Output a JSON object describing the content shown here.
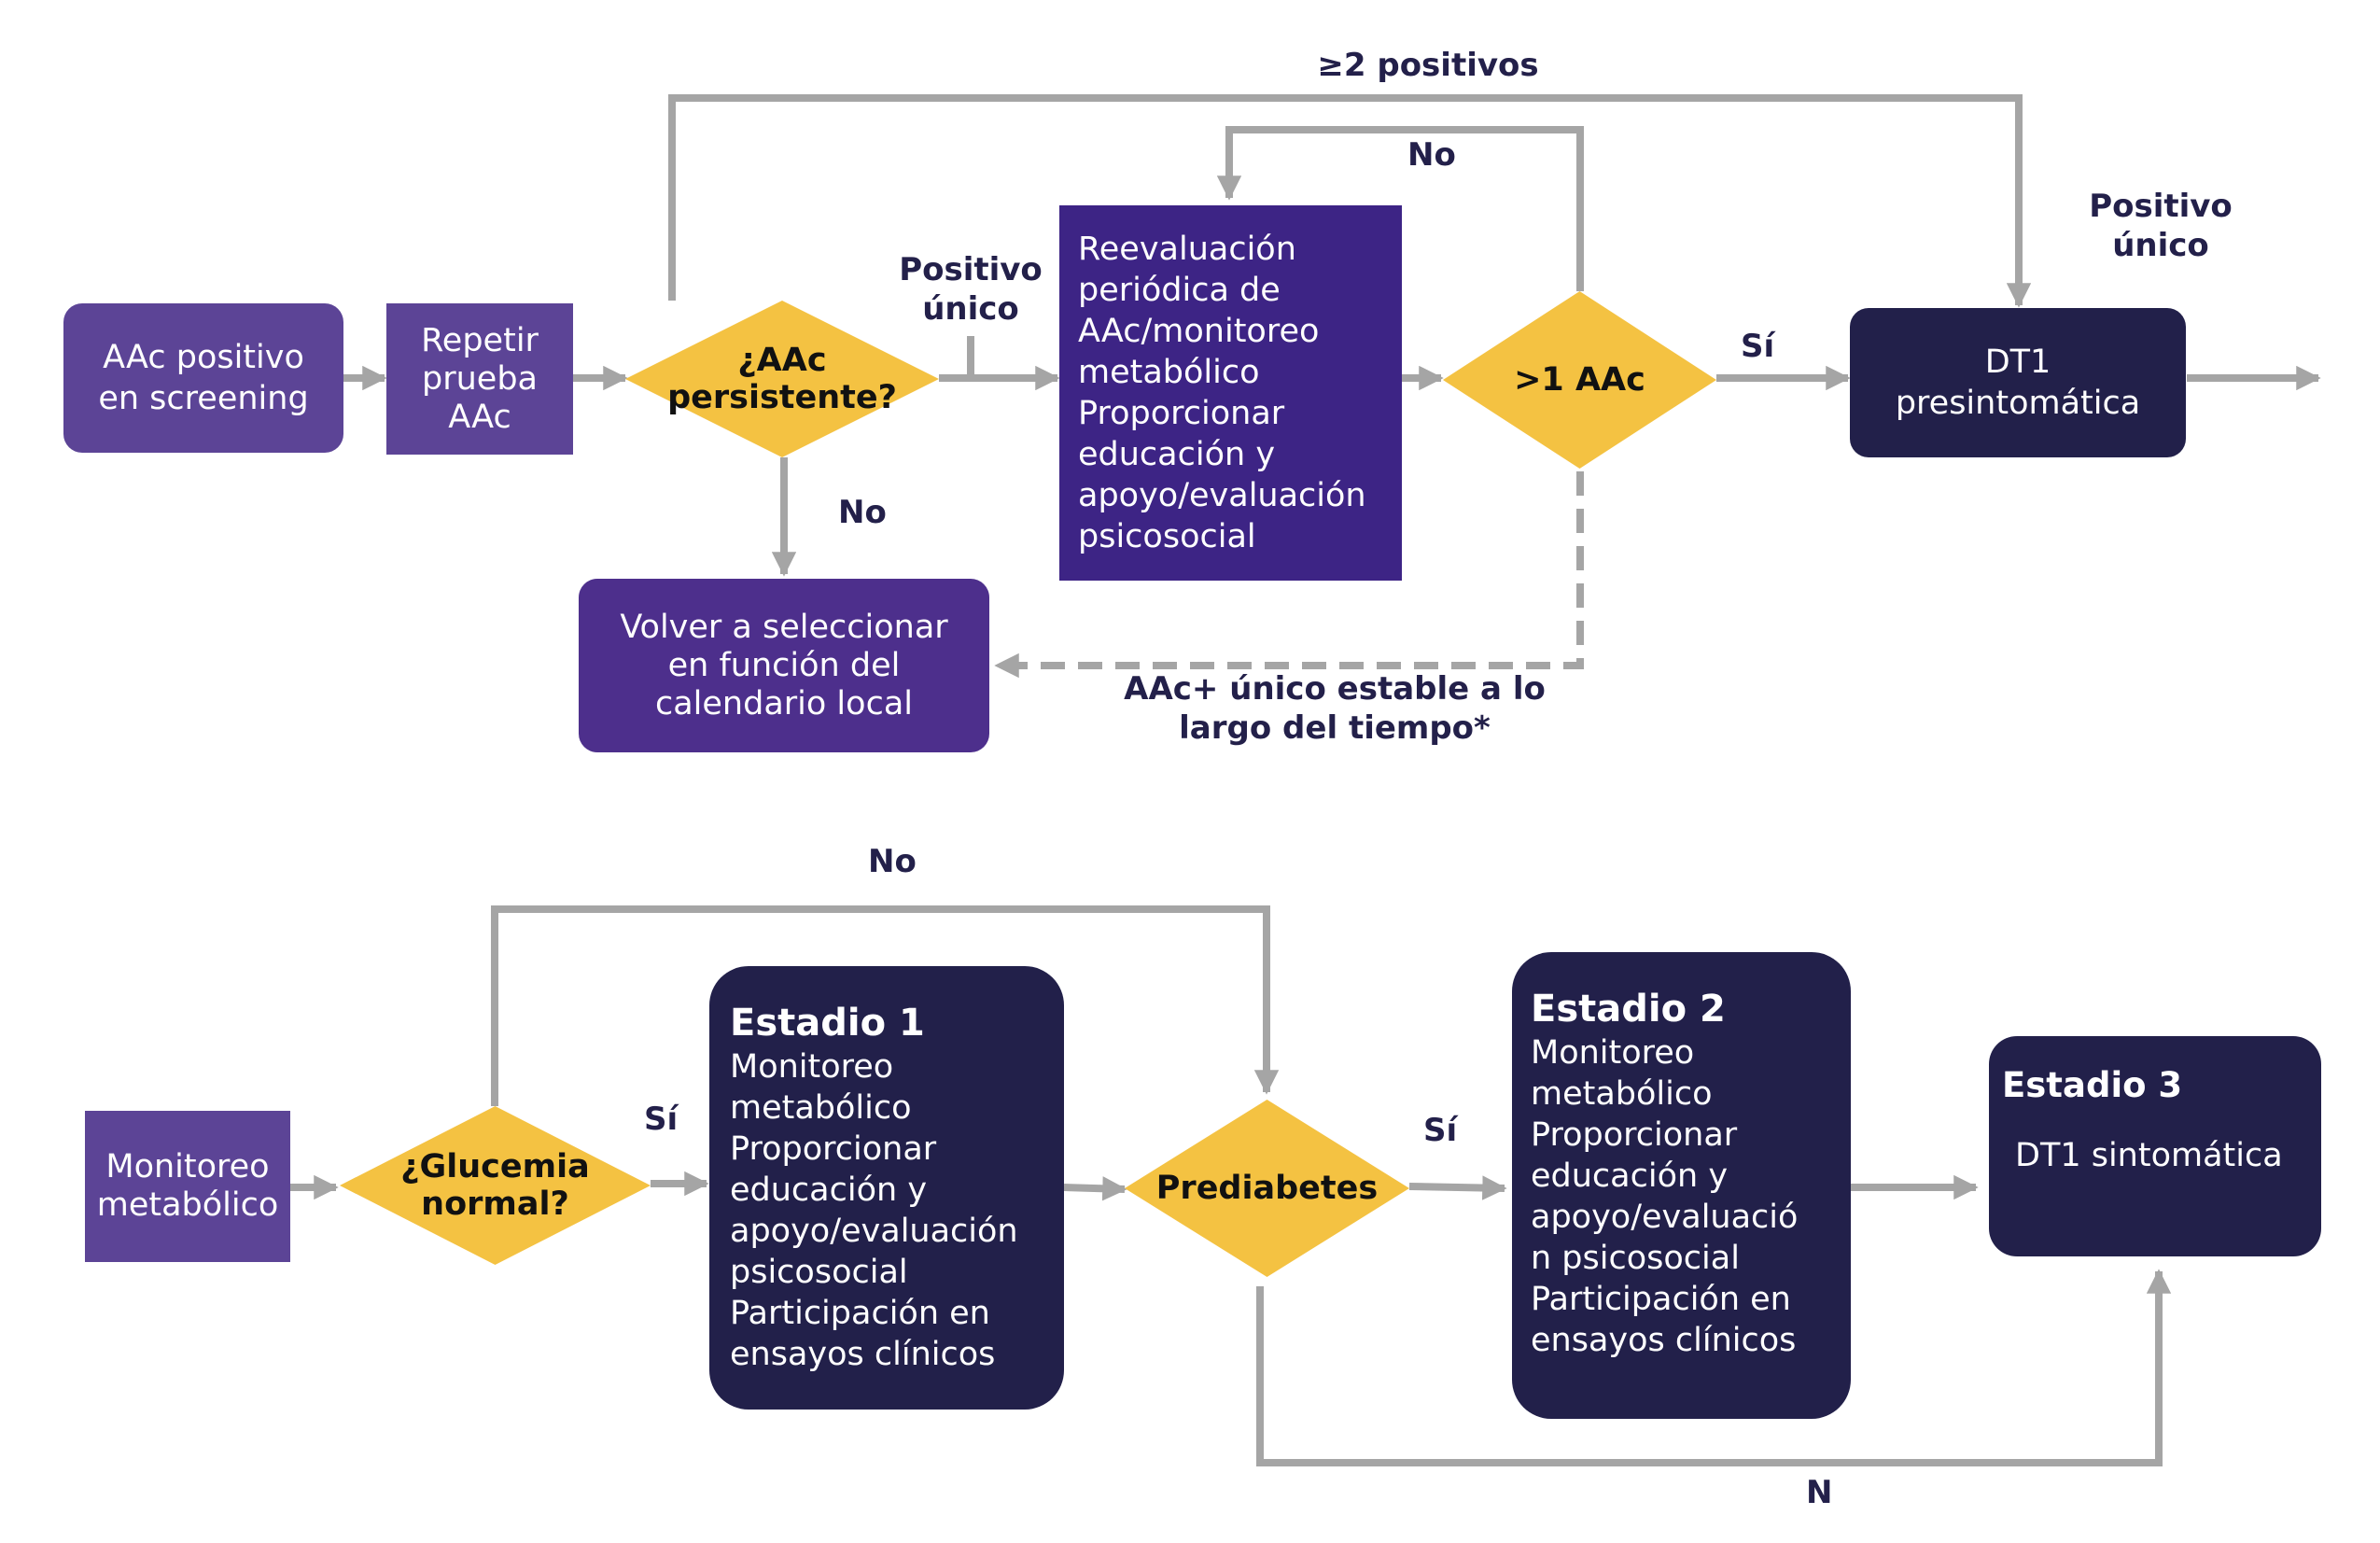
{
  "colors": {
    "purple_light": "#5c4496",
    "purple_mid": "#4d2f8c",
    "purple_dark": "#3d2485",
    "navy": "#22204a",
    "diamond": "#f4c242",
    "connector": "#a5a5a5",
    "label": "#23204a"
  },
  "top_flow": {
    "aac_positive": "AAc positivo\nen screening",
    "repeat_test": "Repetir\nprueba\nAAc",
    "persistent_decision": "¿AAc\npersistente?",
    "single_positive_label": "Positivo\núnico",
    "reevaluation": "Reevaluación\nperiódica de\nAAc/monitoreo\nmetabólico\nProporcionar\neducación y\napoyo/evaluación\npsicosocial",
    "more_than_one_decision": ">1 AAc",
    "yes_label": "Sí",
    "presymptomatic": "DT1\npresintomática",
    "single_positive_right_label": "Positivo\núnico",
    "two_positives_label": "≥2 positivos",
    "no_top_label": "No",
    "no_left_label": "No",
    "reselect": "Volver a seleccionar\nen función del\ncalendario local",
    "stable_label": "AAc+ único estable a lo\nlargo del tiempo*"
  },
  "bottom_flow": {
    "metabolic_monitoring": "Monitoreo\nmetabólico",
    "glucose_decision": "¿Glucemia\nnormal?",
    "yes1_label": "Sí",
    "no_label": "No",
    "stage1_title": "Estadio 1",
    "stage1_body": "Monitoreo\nmetabólico\nProporcionar\neducación y\napoyo/evaluación\npsicosocial\nParticipación en\nensayos clínicos",
    "prediabetes_decision": "Prediabetes",
    "yes2_label": "Sí",
    "stage2_title": "Estadio 2",
    "stage2_body": "Monitoreo\nmetabólico\nProporcionar\neducación y\napoyo/evaluació\nn psicosocial\nParticipación en\nensayos clínicos",
    "stage3_title": "Estadio 3",
    "stage3_body": "DT1 sintomática",
    "n_label": "N"
  }
}
